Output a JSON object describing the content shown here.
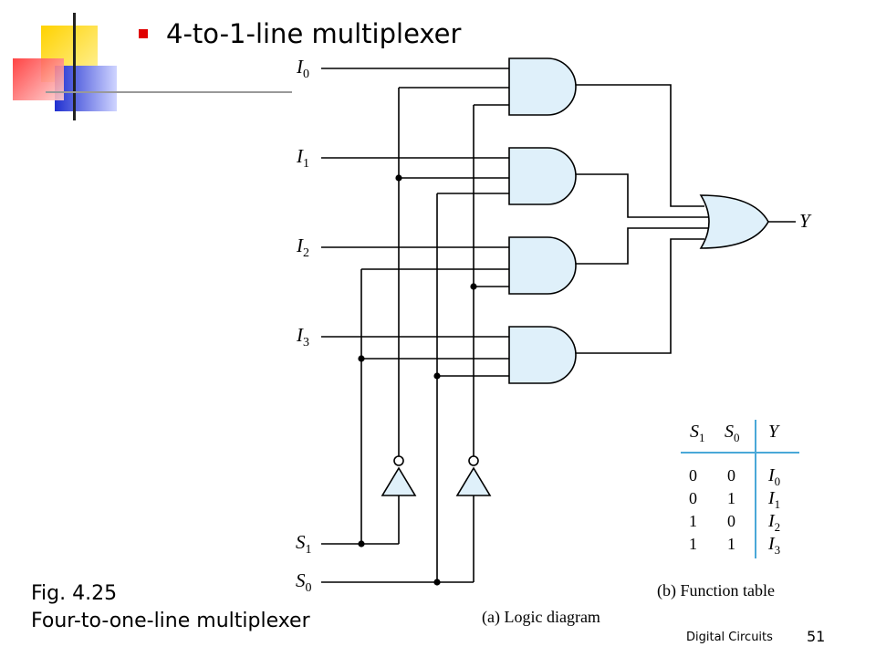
{
  "slide": {
    "title": "4-to-1-line multiplexer",
    "caption_line1": "Fig. 4.25",
    "caption_line2": "Four-to-one-line multiplexer",
    "footer": "Digital Circuits",
    "page_number": "51"
  },
  "diagram": {
    "inputs": [
      {
        "sym": "I",
        "sub": "0"
      },
      {
        "sym": "I",
        "sub": "1"
      },
      {
        "sym": "I",
        "sub": "2"
      },
      {
        "sym": "I",
        "sub": "3"
      }
    ],
    "selects": [
      {
        "sym": "S",
        "sub": "1"
      },
      {
        "sym": "S",
        "sub": "0"
      }
    ],
    "output": "Y",
    "caption_a": "(a) Logic diagram",
    "caption_b": "(b) Function table"
  },
  "function_table": {
    "headers": [
      {
        "sym": "S",
        "sub": "1"
      },
      {
        "sym": "S",
        "sub": "0"
      },
      {
        "sym": "Y",
        "sub": ""
      }
    ],
    "rows": [
      {
        "s1": "0",
        "s0": "0",
        "y_sym": "I",
        "y_sub": "0"
      },
      {
        "s1": "0",
        "s0": "1",
        "y_sym": "I",
        "y_sub": "1"
      },
      {
        "s1": "1",
        "s0": "0",
        "y_sym": "I",
        "y_sub": "2"
      },
      {
        "s1": "1",
        "s0": "1",
        "y_sym": "I",
        "y_sub": "3"
      }
    ]
  },
  "colors": {
    "gate_fill": "#dff0fa",
    "wire": "#000000",
    "table_rule": "#4aa8d8",
    "bullet": "#e00000"
  }
}
